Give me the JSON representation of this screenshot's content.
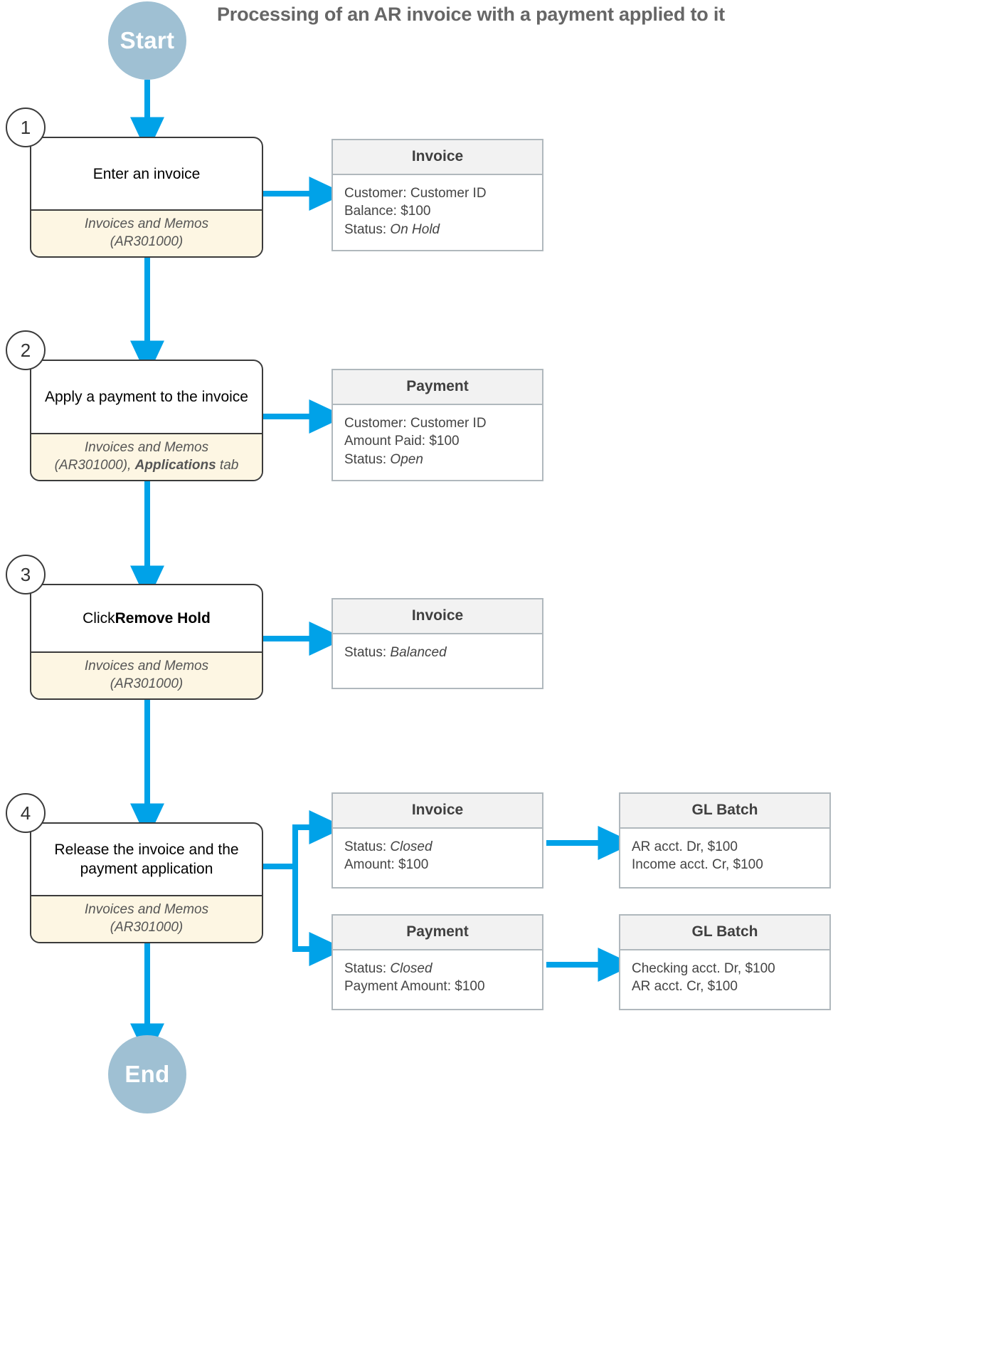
{
  "title": "Processing of an AR invoice with a payment applied to it",
  "terminators": {
    "start": "Start",
    "end": "End"
  },
  "colors": {
    "arrow": "#00a2e8",
    "terminator_fill": "#9fc0d3",
    "step_border": "#3b3b3b",
    "step_footer_fill": "#fdf6e3",
    "entity_header_fill": "#f2f2f2",
    "entity_border": "#b0b8bd",
    "title_text": "#666666"
  },
  "steps": [
    {
      "number": "1",
      "action": "Enter an invoice",
      "screen_line1": "Invoices and Memos",
      "screen_line2": "(AR301000)",
      "screen_suffix": ""
    },
    {
      "number": "2",
      "action": "Apply a payment to the invoice",
      "screen_line1": "Invoices and Memos",
      "screen_line2": "(AR301000), ",
      "screen_bold": "Applications",
      "screen_suffix": " tab"
    },
    {
      "number": "3",
      "action_prefix": "Click ",
      "action_bold": "Remove Hold",
      "screen_line1": "Invoices and Memos",
      "screen_line2": "(AR301000)",
      "screen_suffix": ""
    },
    {
      "number": "4",
      "action": "Release the invoice and the payment application",
      "screen_line1": "Invoices and Memos",
      "screen_line2": "(AR301000)",
      "screen_suffix": ""
    }
  ],
  "entities": [
    {
      "id": "invoice-1",
      "header": "Invoice",
      "rows": [
        {
          "label": "Customer: ",
          "value": "Customer ID",
          "italic": false
        },
        {
          "label": "Balance: ",
          "value": "$100",
          "italic": false
        },
        {
          "label": "Status: ",
          "value": "On Hold",
          "italic": true
        }
      ]
    },
    {
      "id": "payment-2",
      "header": "Payment",
      "rows": [
        {
          "label": "Customer: ",
          "value": "Customer ID",
          "italic": false
        },
        {
          "label": "Amount Paid: ",
          "value": "$100",
          "italic": false
        },
        {
          "label": "Status: ",
          "value": "Open",
          "italic": true
        }
      ]
    },
    {
      "id": "invoice-3",
      "header": "Invoice",
      "rows": [
        {
          "label": "Status: ",
          "value": "Balanced",
          "italic": true
        }
      ]
    },
    {
      "id": "invoice-4",
      "header": "Invoice",
      "rows": [
        {
          "label": "Status: ",
          "value": "Closed",
          "italic": true
        },
        {
          "label": "Amount: ",
          "value": "$100",
          "italic": false
        }
      ]
    },
    {
      "id": "gl-batch-invoice",
      "header": "GL Batch",
      "rows": [
        {
          "label": "AR acct. Dr, $100",
          "value": "",
          "italic": false
        },
        {
          "label": "Income acct. Cr, $100",
          "value": "",
          "italic": false
        }
      ]
    },
    {
      "id": "payment-4",
      "header": "Payment",
      "rows": [
        {
          "label": "Status: ",
          "value": "Closed",
          "italic": true
        },
        {
          "label": "Payment Amount: ",
          "value": "$100",
          "italic": false
        }
      ]
    },
    {
      "id": "gl-batch-payment",
      "header": "GL Batch",
      "rows": [
        {
          "label": "Checking acct. Dr, $100",
          "value": "",
          "italic": false
        },
        {
          "label": "AR acct. Cr, $100",
          "value": "",
          "italic": false
        }
      ]
    }
  ]
}
